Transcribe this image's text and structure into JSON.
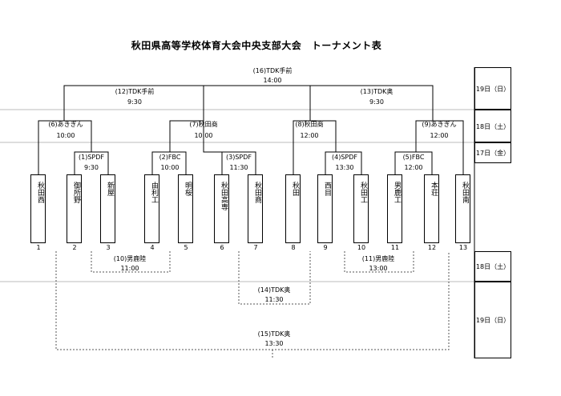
{
  "title": "秋田県高等学校体育大会中央支部大会　トーナメント表",
  "teams": [
    {
      "seed": "1",
      "name": "秋田西"
    },
    {
      "seed": "2",
      "name": "御所野"
    },
    {
      "seed": "3",
      "name": "新屋"
    },
    {
      "seed": "4",
      "name": "由利工"
    },
    {
      "seed": "5",
      "name": "明桜"
    },
    {
      "seed": "6",
      "name": "秋田高専"
    },
    {
      "seed": "7",
      "name": "秋田商"
    },
    {
      "seed": "8",
      "name": "秋田"
    },
    {
      "seed": "9",
      "name": "西目"
    },
    {
      "seed": "10",
      "name": "秋田工"
    },
    {
      "seed": "11",
      "name": "男鹿工"
    },
    {
      "seed": "12",
      "name": "本荘"
    },
    {
      "seed": "13",
      "name": "秋田南"
    }
  ],
  "matches": [
    {
      "id": "m16",
      "label": "(16)TDK手前",
      "time": "14:00"
    },
    {
      "id": "m12",
      "label": "(12)TDK手前",
      "time": "9:30"
    },
    {
      "id": "m13",
      "label": "(13)TDK奥",
      "time": "9:30"
    },
    {
      "id": "m6",
      "label": "(6)あきぎん",
      "time": "10:00"
    },
    {
      "id": "m7",
      "label": "(7)秋田商",
      "time": "10:00"
    },
    {
      "id": "m8",
      "label": "(8)秋田商",
      "time": "12:00"
    },
    {
      "id": "m9",
      "label": "(9)あきぎん",
      "time": "12:00"
    },
    {
      "id": "m1",
      "label": "(1)SPDF",
      "time": "9:30"
    },
    {
      "id": "m2",
      "label": "(2)FBC",
      "time": "10:00"
    },
    {
      "id": "m3",
      "label": "(3)SPDF",
      "time": "11:30"
    },
    {
      "id": "m4",
      "label": "(4)SPDF",
      "time": "13:30"
    },
    {
      "id": "m5",
      "label": "(5)FBC",
      "time": "12:00"
    },
    {
      "id": "m10",
      "label": "(10)男鹿陸",
      "time": "11:00"
    },
    {
      "id": "m11",
      "label": "(11)男鹿陸",
      "time": "13:00"
    },
    {
      "id": "m14",
      "label": "(14)TDK奥",
      "time": "11:30"
    },
    {
      "id": "m15",
      "label": "(15)TDK奥",
      "time": "13:30"
    }
  ],
  "days": {
    "d19a": "19日（日）",
    "d18a": "18日（土）",
    "d17": "17日（金）",
    "d18b": "18日（土）",
    "d19b": "19日（日）"
  }
}
